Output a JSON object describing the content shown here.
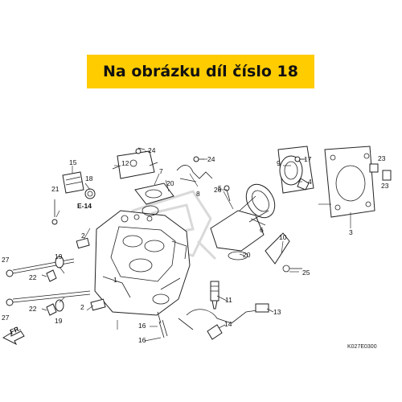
{
  "banner": {
    "text": "Na obrázku díl číslo 18"
  },
  "callouts": [
    "1",
    "2",
    "3",
    "4",
    "5",
    "6",
    "7",
    "8",
    "9",
    "10",
    "11",
    "12",
    "13",
    "14",
    "15",
    "16",
    "17",
    "18",
    "19",
    "20",
    "21",
    "22",
    "23",
    "24",
    "25",
    "26",
    "27"
  ],
  "refs": {
    "engine": "E-14",
    "front": "FR."
  },
  "diagram_code": "K027E0300",
  "colors": {
    "banner": "#ffcc00",
    "line": "#222222",
    "watermark": "#d9d9d9"
  }
}
